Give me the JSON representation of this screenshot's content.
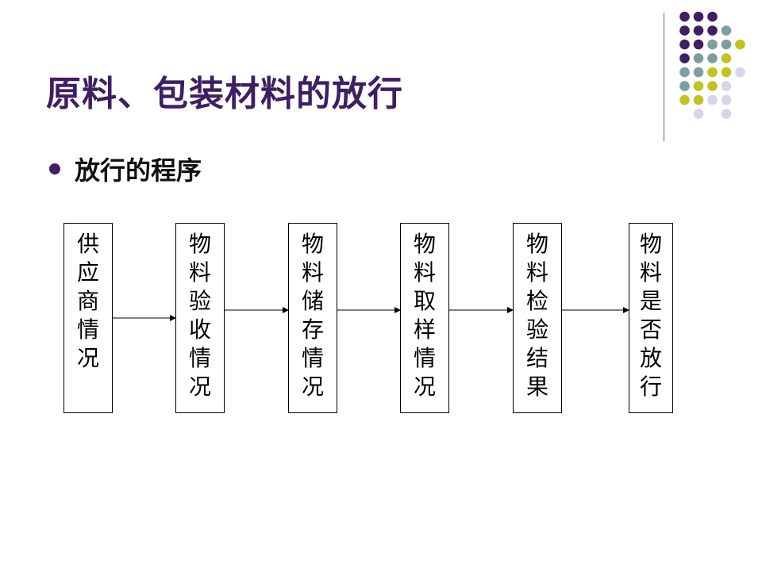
{
  "slide": {
    "title": "原料、包装材料的放行",
    "bullet": "放行的程序"
  },
  "flow": {
    "steps": [
      "供应商情况",
      "物料验收情况",
      "物料储存情况",
      "物料取样情况",
      "物料检验结果",
      "物料是否放行"
    ]
  },
  "theme": {
    "title_color": "#3f1e63",
    "dot_purple": "#3f1e63",
    "dot_teal": "#7d9e9e",
    "dot_olive": "#c3c320",
    "dot_lavender": "#d6d6e8"
  }
}
